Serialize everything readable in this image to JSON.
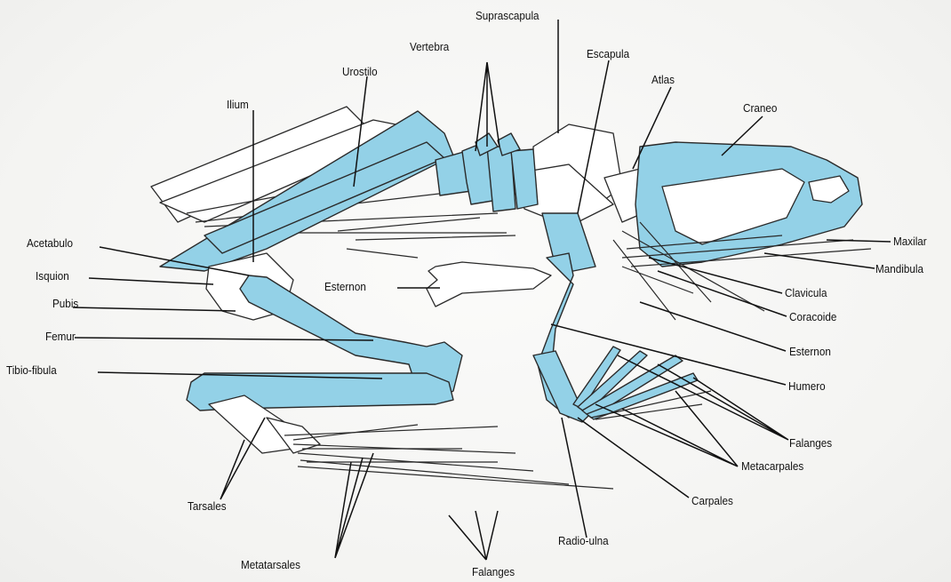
{
  "labels": {
    "suprascapula": "Suprascapula",
    "vertebra": "Vertebra",
    "escapula": "Escapula",
    "urostilo": "Urostilo",
    "atlas": "Atlas",
    "ilium": "Ilium",
    "craneo": "Craneo",
    "acetabulo": "Acetabulo",
    "maxilar": "Maxilar",
    "mandibula": "Mandibula",
    "isquion": "Isquion",
    "esternon_left": "Esternon",
    "clavicula": "Clavicula",
    "pubis": "Pubis",
    "coracoide": "Coracoide",
    "femur": "Femur",
    "esternon_right": "Esternon",
    "tibio_fibula": "Tibio-fibula",
    "humero": "Humero",
    "falanges_fore": "Falanges",
    "metacarpales": "Metacarpales",
    "carpales": "Carpales",
    "tarsales": "Tarsales",
    "radio_ulna": "Radio-ulna",
    "metatarsales": "Metatarsales",
    "falanges_hind": "Falanges"
  },
  "colors": {
    "highlight_bone": "#93d1e7",
    "plain_bone": "#ffffff",
    "outline": "#2a2a2a",
    "background": "#f5f5f3"
  }
}
